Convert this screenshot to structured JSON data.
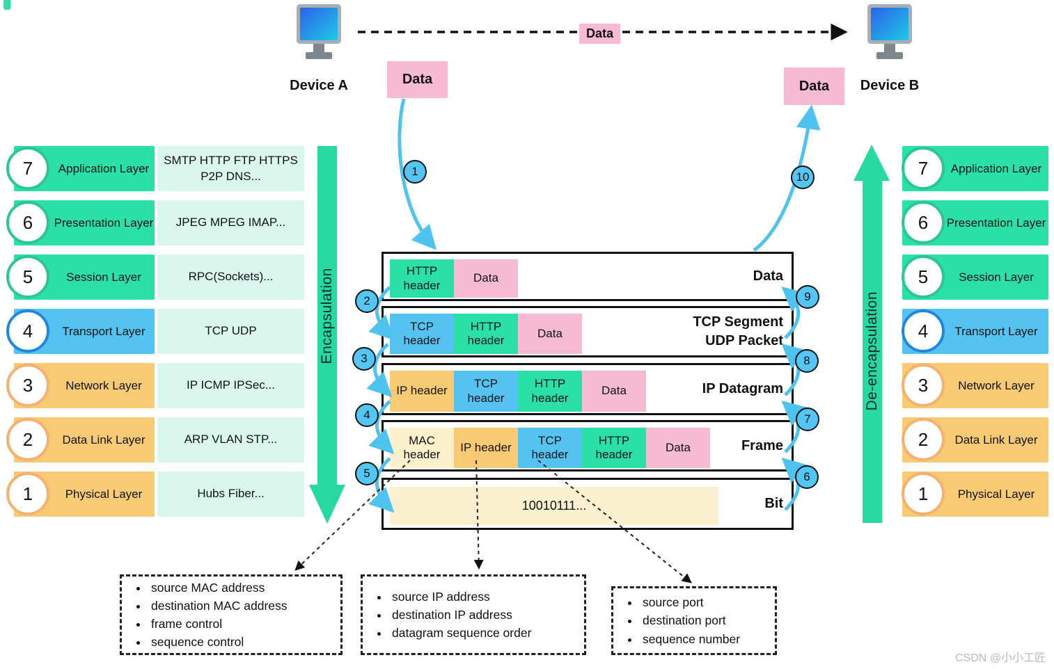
{
  "devices": {
    "a": "Device A",
    "b": "Device B"
  },
  "top_flow": {
    "line_label": "Data",
    "data_box_a": "Data",
    "data_box_b": "Data"
  },
  "osi": {
    "rows": [
      {
        "num": "7",
        "name": "Application Layer",
        "protocols": "SMTP HTTP FTP HTTPS P2P DNS...",
        "color": "green"
      },
      {
        "num": "6",
        "name": "Presentation Layer",
        "protocols": "JPEG MPEG IMAP...",
        "color": "green"
      },
      {
        "num": "5",
        "name": "Session Layer",
        "protocols": "RPC(Sockets)...",
        "color": "green"
      },
      {
        "num": "4",
        "name": "Transport Layer",
        "protocols": "TCP UDP",
        "color": "blue"
      },
      {
        "num": "3",
        "name": "Network Layer",
        "protocols": "IP ICMP IPSec...",
        "color": "orange"
      },
      {
        "num": "2",
        "name": "Data Link Layer",
        "protocols": "ARP VLAN STP...",
        "color": "orange"
      },
      {
        "num": "1",
        "name": "Physical Layer",
        "protocols": "Hubs Fiber...",
        "color": "orange"
      }
    ]
  },
  "flow_arrows": {
    "encapsulation": "Encapsulation",
    "de_encapsulation": "De-encapsulation"
  },
  "stack": {
    "rows": [
      {
        "label": "Data",
        "segments": [
          {
            "text": "HTTP header",
            "color": "green"
          },
          {
            "text": "Data",
            "color": "pink"
          }
        ]
      },
      {
        "label": "TCP Segment\nUDP Packet",
        "segments": [
          {
            "text": "TCP header",
            "color": "blue"
          },
          {
            "text": "HTTP header",
            "color": "green"
          },
          {
            "text": "Data",
            "color": "pink"
          }
        ]
      },
      {
        "label": "IP Datagram",
        "segments": [
          {
            "text": "IP header",
            "color": "orange"
          },
          {
            "text": "TCP header",
            "color": "blue"
          },
          {
            "text": "HTTP header",
            "color": "green"
          },
          {
            "text": "Data",
            "color": "pink"
          }
        ]
      },
      {
        "label": "Frame",
        "segments": [
          {
            "text": "MAC header",
            "color": "cream"
          },
          {
            "text": "IP header",
            "color": "orange"
          },
          {
            "text": "TCP header",
            "color": "blue"
          },
          {
            "text": "HTTP header",
            "color": "green"
          },
          {
            "text": "Data",
            "color": "pink"
          }
        ]
      },
      {
        "label": "Bit",
        "bit_string": "10010111..."
      }
    ]
  },
  "steps": [
    "1",
    "2",
    "3",
    "4",
    "5",
    "6",
    "7",
    "8",
    "9",
    "10"
  ],
  "notes": [
    {
      "items": [
        "source MAC address",
        "destination MAC address",
        "frame control",
        "sequence control"
      ]
    },
    {
      "items": [
        "source IP address",
        "destination IP address",
        "datagram sequence order"
      ]
    },
    {
      "items": [
        "source port",
        "destination port",
        "sequence number"
      ]
    }
  ],
  "watermark": "CSDN @小小工匠",
  "colors": {
    "layer_green": "#2be0a6",
    "layer_blue": "#55c3f1",
    "layer_orange": "#f8ca74",
    "protocol_mint": "#d9f7ec",
    "header_cream": "#fdf0cd",
    "data_pink": "#f7bad3",
    "arrow_cyan": "#4fc3f0",
    "flow_green": "#25d9a0",
    "step_blue": "#53c6f3"
  }
}
